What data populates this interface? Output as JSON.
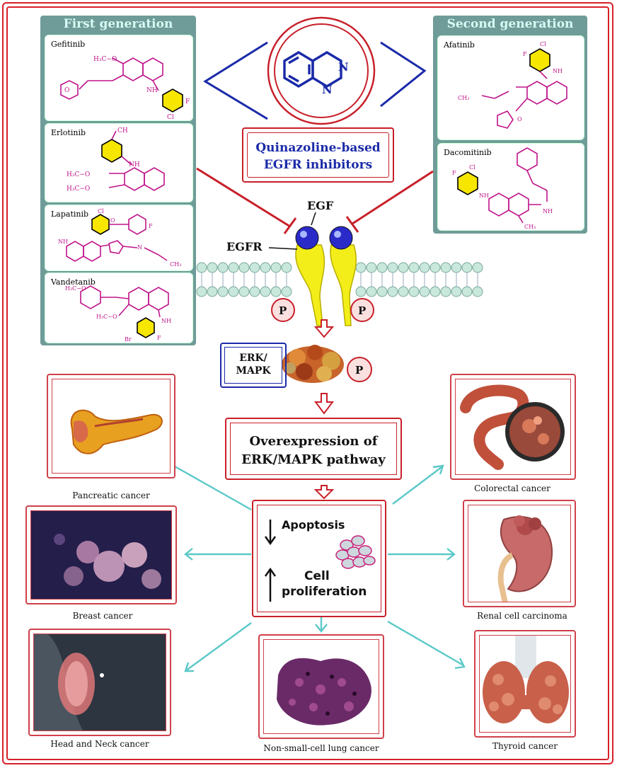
{
  "panels": {
    "first": {
      "title": "First generation",
      "drugs": [
        "Gefitinib",
        "Erlotinib",
        "Lapatinib",
        "Vandetanib"
      ]
    },
    "second": {
      "title": "Second generation",
      "drugs": [
        "Afatinib",
        "Dacomitinib"
      ]
    }
  },
  "core": {
    "title_line1": "Quinazoline-based",
    "title_line2": "EGFR inhibitors",
    "atom": "N"
  },
  "membrane": {
    "egf_label": "EGF",
    "egfr_label": "EGFR",
    "phospho": "P"
  },
  "pathway": {
    "erk_line1": "ERK/",
    "erk_line2": "MAPK",
    "phospho": "P",
    "overexp_line1": "Overexpression of",
    "overexp_line2": "ERK/MAPK pathway"
  },
  "outcome": {
    "apoptosis": "Apoptosis",
    "cell": "Cell",
    "proliferation": "proliferation"
  },
  "cancers": {
    "pancreatic": "Pancreatic  cancer",
    "breast": "Breast cancer",
    "head_neck": "Head and Neck cancer",
    "nsclc": "Non-small-cell  lung cancer",
    "colorectal": "Colorectal cancer",
    "renal": "Renal cell carcinoma",
    "thyroid": "Thyroid cancer"
  },
  "chem": {
    "h3co": "H₃C−O",
    "nh": "NH",
    "f": "F",
    "cl": "Cl",
    "br": "Br",
    "ch": "CH",
    "ch3": "CH₃",
    "n": "N",
    "o": "O"
  },
  "colors": {
    "frame": "#d6202a",
    "panel": "#6f9c98",
    "panel_title": "#d8fbf6",
    "blue": "#1a2aa8",
    "teal_arrow": "#5cc8c8",
    "magenta": "#d4148a"
  }
}
